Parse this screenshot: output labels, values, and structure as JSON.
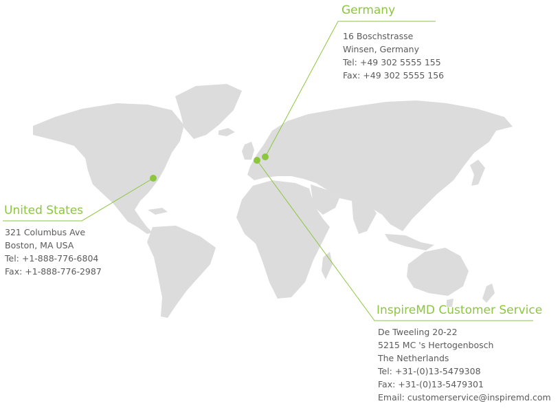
{
  "theme": {
    "accent": "#8cc63f",
    "land": "#dcdcdc",
    "text": "#5a5a5a"
  },
  "offices": [
    {
      "title": "Germany",
      "lines": [
        "16 Boschstrasse",
        "Winsen, Germany",
        "Tel: +49 302 5555 155",
        "Fax: +49 302 5555 156"
      ]
    },
    {
      "title": "United States",
      "lines": [
        "321 Columbus Ave",
        "Boston, MA USA",
        "Tel:  +1-888-776-6804",
        "Fax:  +1-888-776-2987"
      ]
    },
    {
      "title": "InspireMD Customer Service",
      "lines": [
        "De Tweeling 20-22",
        "5215 MC 's Hertogenbosch",
        "The Netherlands",
        "Tel: +31-(0)13-5479308",
        "Fax: +31-(0)13-5479301",
        "Email: customerservice@inspiremd.com"
      ]
    }
  ]
}
